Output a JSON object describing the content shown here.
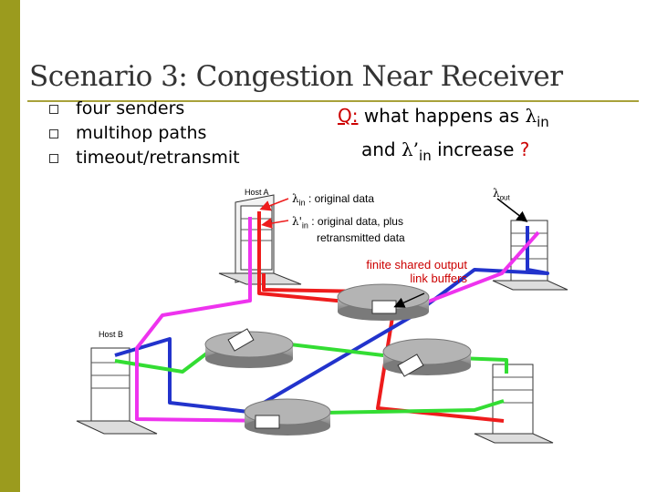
{
  "title": "Scenario 3: Congestion Near Receiver",
  "bullets": [
    "four senders",
    "multihop paths",
    "timeout/retransmit"
  ],
  "question": {
    "q_label": "Q:",
    "line1": " what happens as ",
    "lambda1": "λ",
    "sub1": "in",
    "line2a": "and ",
    "lambda2": "λ’",
    "sub2": "in",
    "line2b": " increase ",
    "qmark": "?"
  },
  "labels": {
    "host_a": "Host A",
    "host_b": "Host B",
    "lambda_in": "λ",
    "lambda_in_sub": "in",
    "lambda_in_text": " : original data",
    "lambda_prime": "λ'",
    "lambda_prime_sub": "in",
    "lambda_prime_text": " : original data, plus",
    "retransmitted": "retransmitted data",
    "buffers_line1": "finite shared output",
    "buffers_line2": "link buffers",
    "lambda_out": "λ",
    "lambda_out_sub": "out"
  },
  "colors": {
    "sidebar": "#9b9b1e",
    "red": "#ee1c1c",
    "blue": "#2233cc",
    "green": "#33dd33",
    "magenta": "#ee33ee",
    "router": "#9a9a9a"
  }
}
